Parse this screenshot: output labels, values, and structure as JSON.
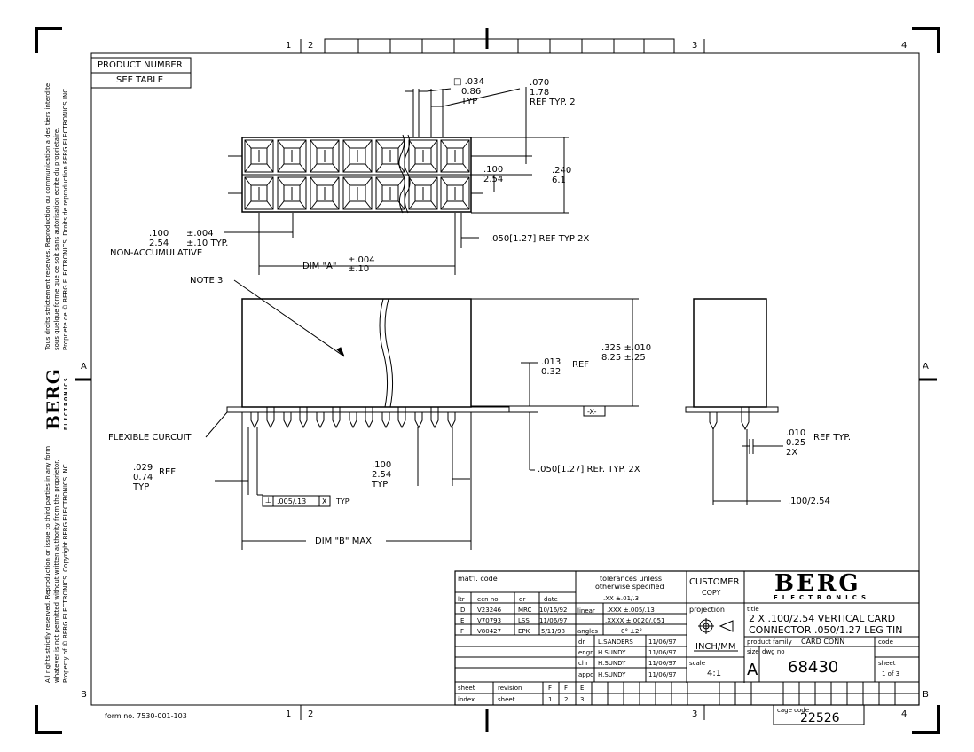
{
  "zones": {
    "top_1": "1",
    "top_2": "2",
    "top_3": "3",
    "top_4": "4",
    "bottom_1": "1",
    "bottom_2": "2",
    "bottom_3": "3",
    "bottom_4": "4",
    "left_a": "A",
    "left_b": "B",
    "right_a": "A",
    "right_b": "B"
  },
  "product_number": {
    "label": "PRODUCT NUMBER",
    "value": "SEE TABLE"
  },
  "dims": {
    "square_1": "□ .034",
    "square_2": "0.86",
    "square_3": "TYP",
    "ref070_1": ".070",
    "ref070_2": "1.78",
    "ref070_3": "REF TYP. 2",
    "pitch_in": ".100",
    "pitch_mm": "2.54",
    "height_in": ".240",
    "height_mm": "6.1",
    "pitch_left_1": ".100",
    "pitch_left_tol": "±.004",
    "pitch_left_2": "2.54",
    "pitch_left_tol2": "±.10 TYP.",
    "non_accum": "NON-ACCUMULATIVE",
    "ref050_top": ".050[1.27] REF TYP 2X",
    "dim_a": "DIM \"A\"",
    "dim_a_tol1": "±.004",
    "dim_a_tol2": "±.10",
    "note3": "NOTE 3",
    "h325_1": ".325 ±.010",
    "h325_2": "8.25 ±.25",
    "ref013_1": ".013",
    "ref013_ref": "REF",
    "ref013_2": "0.32",
    "datum_x": "-X-",
    "flex": "FLEXIBLE CURCUIT",
    "ref029_1": ".029",
    "ref029_ref": "REF",
    "ref029_2": "0.74",
    "ref029_3": "TYP",
    "pin_pitch_1": ".100",
    "pin_pitch_2": "2.54",
    "pin_pitch_3": "TYP",
    "ref050_side": ".050[1.27] REF. TYP. 2X",
    "fcf_sym": "⊥",
    "fcf_val": ".005/.13",
    "fcf_datum": "X",
    "fcf_typ": "TYP",
    "dim_b": "DIM \"B\"   MAX",
    "ref010_1": ".010",
    "ref010_ref": "REF TYP.",
    "ref010_2": "0.25",
    "ref010_3": "2X",
    "side_pitch": ".100/2.54"
  },
  "title_block": {
    "matl_code": "mat'l. code",
    "rev_headers": [
      "ltr",
      "ecn no",
      "dr",
      "date"
    ],
    "revisions": [
      [
        "D",
        "V23246",
        "MRC",
        "10/16/92"
      ],
      [
        "E",
        "V70793",
        "LSS",
        "11/06/97"
      ],
      [
        "F",
        "V80427",
        "EPK",
        "5/11/98"
      ]
    ],
    "tol_header_1": "tolerances unless",
    "tol_header_2": "otherwise specified",
    "tol_xx": ".XX ±.01/.3",
    "linear": "linear",
    "tol_xxx": ".XXX ±.005/.13",
    "tol_xxxx": ".XXXX ±.0020/.051",
    "angles": "angles",
    "tol_angle": "0° ±2°",
    "signoffs": [
      [
        "dr",
        "L.SANDERS",
        "11/06/97"
      ],
      [
        "engr",
        "H.SUNDY",
        "11/06/97"
      ],
      [
        "chr",
        "H.SUNDY",
        "11/06/97"
      ],
      [
        "appd",
        "H.SUNDY",
        "11/06/97"
      ]
    ],
    "customer_1": "CUSTOMER",
    "customer_2": "COPY",
    "projection": "projection",
    "units": "INCH/MM",
    "scale_label": "scale",
    "scale": "4:1",
    "logo": "BERG",
    "logo_sub": "ELECTRONICS",
    "title_label": "title",
    "title_1": "2 X .100/2.54 VERTICAL CARD",
    "title_2": "CONNECTOR .050/1.27 LEG TIN",
    "product_family_label": "product family",
    "product_family": "CARD CONN",
    "code_label": "code",
    "size_label": "size",
    "size": "A",
    "dwg_label": "dwg no",
    "dwg_no": "68430",
    "sheet_label": "sheet",
    "sheet": "1 of 3",
    "sheet_index": "sheet",
    "index": "index",
    "revision": "revision",
    "rev_sheet": "sheet",
    "rev_letters": [
      "F",
      "F",
      "E"
    ],
    "rev_sheets": [
      "1",
      "2",
      "3"
    ],
    "cage_label": "cage code",
    "cage": "22526"
  },
  "form_no": "form no. 7530-001-103",
  "margin": {
    "top_1": "Tous droits strictement reserves.  Reproduction ou communication a des tiers interdite",
    "top_2": "sous quelque forme que ce soit sans autorisation ecrite du proprietaire.",
    "top_3": "Propriete de © BERG ELECTRONICS.     Droits de reproduction BERG ELECTRONICS INC.",
    "logo": "BERG",
    "logo_sub": "ELECTRONICS",
    "bot_1": "All rights strictly reserved.  Reproduction or issue to third parties in any form",
    "bot_2": "whatever is not permitted without written authority from the proprietor.",
    "bot_3": "Property of © BERG ELECTRONICS.     Copyright BERG ELECTRONICS INC."
  }
}
